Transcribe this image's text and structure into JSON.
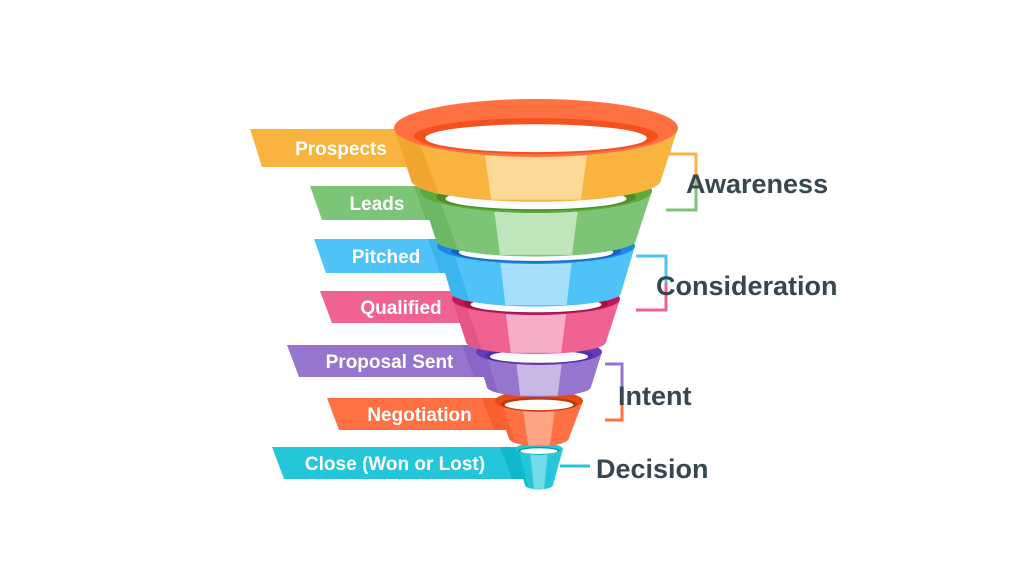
{
  "layers": [
    {
      "label": "Prospects",
      "color": "#f9b33f",
      "dark": "#e59a1e",
      "light": "#fddfa7",
      "rim": "#ff7043",
      "rim_dark": "#f4511e"
    },
    {
      "label": "Leads",
      "color": "#7cc576",
      "dark": "#5dab57",
      "light": "#cdeac9",
      "rim": "#5fa83a",
      "rim_dark": "#4a8f2a"
    },
    {
      "label": "Pitched",
      "color": "#4fc3f7",
      "dark": "#29a9e5",
      "light": "#b3e5fc",
      "rim": "#1e88e5",
      "rim_dark": "#1565c0"
    },
    {
      "label": "Qualified",
      "color": "#f06292",
      "dark": "#d94a7a",
      "light": "#f8bbd0",
      "rim": "#c2185b",
      "rim_dark": "#a01048"
    },
    {
      "label": "Proposal Sent",
      "color": "#9575cd",
      "dark": "#7e57c2",
      "light": "#d1c4e9",
      "rim": "#673ab7",
      "rim_dark": "#512da8"
    },
    {
      "label": "Negotiation",
      "color": "#ff7043",
      "dark": "#f4511e",
      "light": "#ffab91",
      "rim": "#e64a19",
      "rim_dark": "#bf360c"
    },
    {
      "label": "Close (Won or Lost)",
      "color": "#26c6da",
      "dark": "#00acc1",
      "light": "#80deea",
      "rim": "#26c6da",
      "rim_dark": "#0097a7"
    }
  ],
  "stages": [
    {
      "label": "Awareness",
      "color": "#f9b33f",
      "color2": "#7cc576"
    },
    {
      "label": "Consideration",
      "color": "#4fc3f7",
      "color2": "#f06292"
    },
    {
      "label": "Intent",
      "color": "#9575cd",
      "color2": "#ff7043"
    },
    {
      "label": "Decision",
      "color": "#26c6da",
      "color2": "#26c6da"
    }
  ],
  "text_color": "#37474f"
}
